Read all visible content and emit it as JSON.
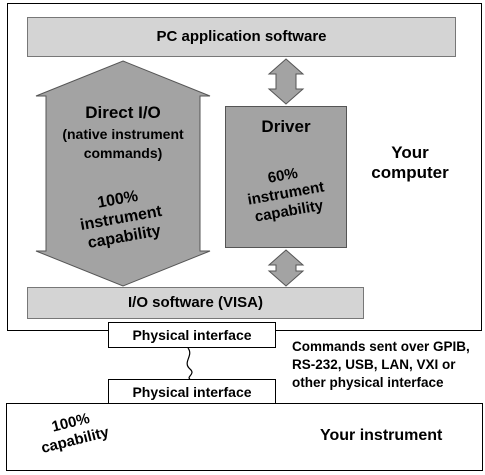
{
  "computer": {
    "pc_app_label": "PC application software",
    "direct_io": {
      "title": "Direct I/O",
      "sub1": "(native instrument",
      "sub2": "commands)",
      "cap1": "100%",
      "cap2": "instrument",
      "cap3": "capability"
    },
    "driver": {
      "title": "Driver",
      "cap1": "60%",
      "cap2": "instrument",
      "cap3": "capability"
    },
    "your1": "Your",
    "your2": "computer",
    "visa_label": "I/O software (VISA)"
  },
  "physical_interface_top": "Physical interface",
  "physical_interface_bottom": "Physical interface",
  "commands_note": [
    "Commands sent over GPIB,",
    "RS-232, USB, LAN, VXI or",
    "other physical interface"
  ],
  "instrument": {
    "cap1": "100%",
    "cap2": "capability",
    "label": "Your instrument"
  },
  "colors": {
    "bar": "#d4d4d4",
    "arrow": "#a3a3a3",
    "driver": "#a3a3a3"
  }
}
